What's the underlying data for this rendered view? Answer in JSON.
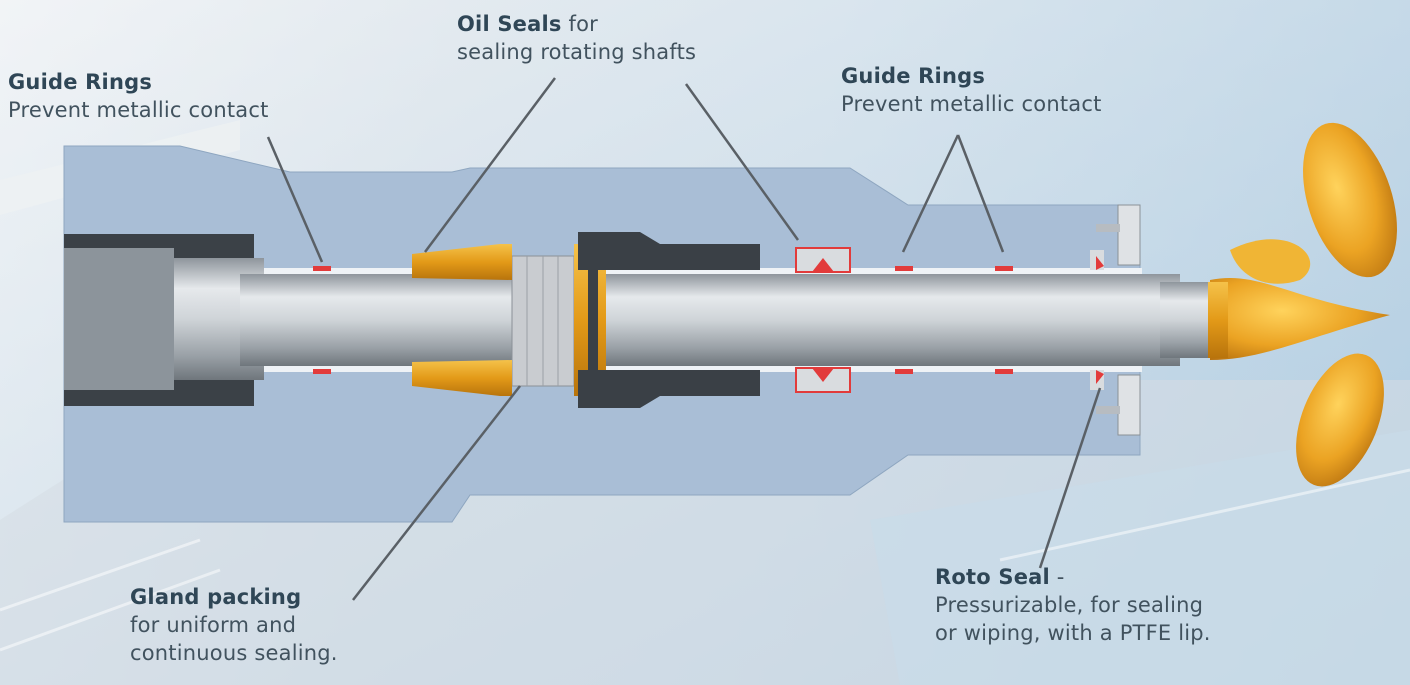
{
  "annotations": {
    "oil_seals": {
      "title": "Oil Seals",
      "suffix": " for",
      "line2": "sealing rotating shafts"
    },
    "guide_rings_left": {
      "title": "Guide Rings",
      "desc": "Prevent metallic contact"
    },
    "guide_rings_right": {
      "title": "Guide Rings",
      "desc": "Prevent metallic contact"
    },
    "gland_packing": {
      "title": "Gland packing",
      "line2": "for uniform and",
      "line3": "continuous sealing."
    },
    "roto_seal": {
      "title": "Roto Seal",
      "suffix": " -",
      "line2": "Pressurizable, for sealing",
      "line3": "or wiping, with a PTFE lip."
    }
  },
  "colors": {
    "housing": "#a8bdd6",
    "shaft": "#c9ced3",
    "brass": "#e8a21c",
    "seal_red": "#e23b3b",
    "dark_part": "#3a4046",
    "leader_line": "#5a6066"
  }
}
